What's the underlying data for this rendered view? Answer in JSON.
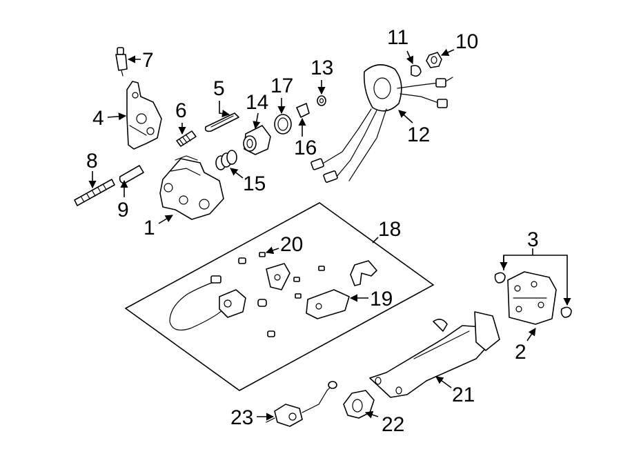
{
  "callouts": {
    "c1": "1",
    "c2": "2",
    "c3": "3",
    "c4": "4",
    "c5": "5",
    "c6": "6",
    "c7": "7",
    "c8": "8",
    "c9": "9",
    "c10": "10",
    "c11": "11",
    "c12": "12",
    "c13": "13",
    "c14": "14",
    "c15": "15",
    "c16": "16",
    "c17": "17",
    "c18": "18",
    "c19": "19",
    "c20": "20",
    "c21": "21",
    "c22": "22",
    "c23": "23"
  },
  "colors": {
    "line": "#000000",
    "background": "#ffffff"
  }
}
